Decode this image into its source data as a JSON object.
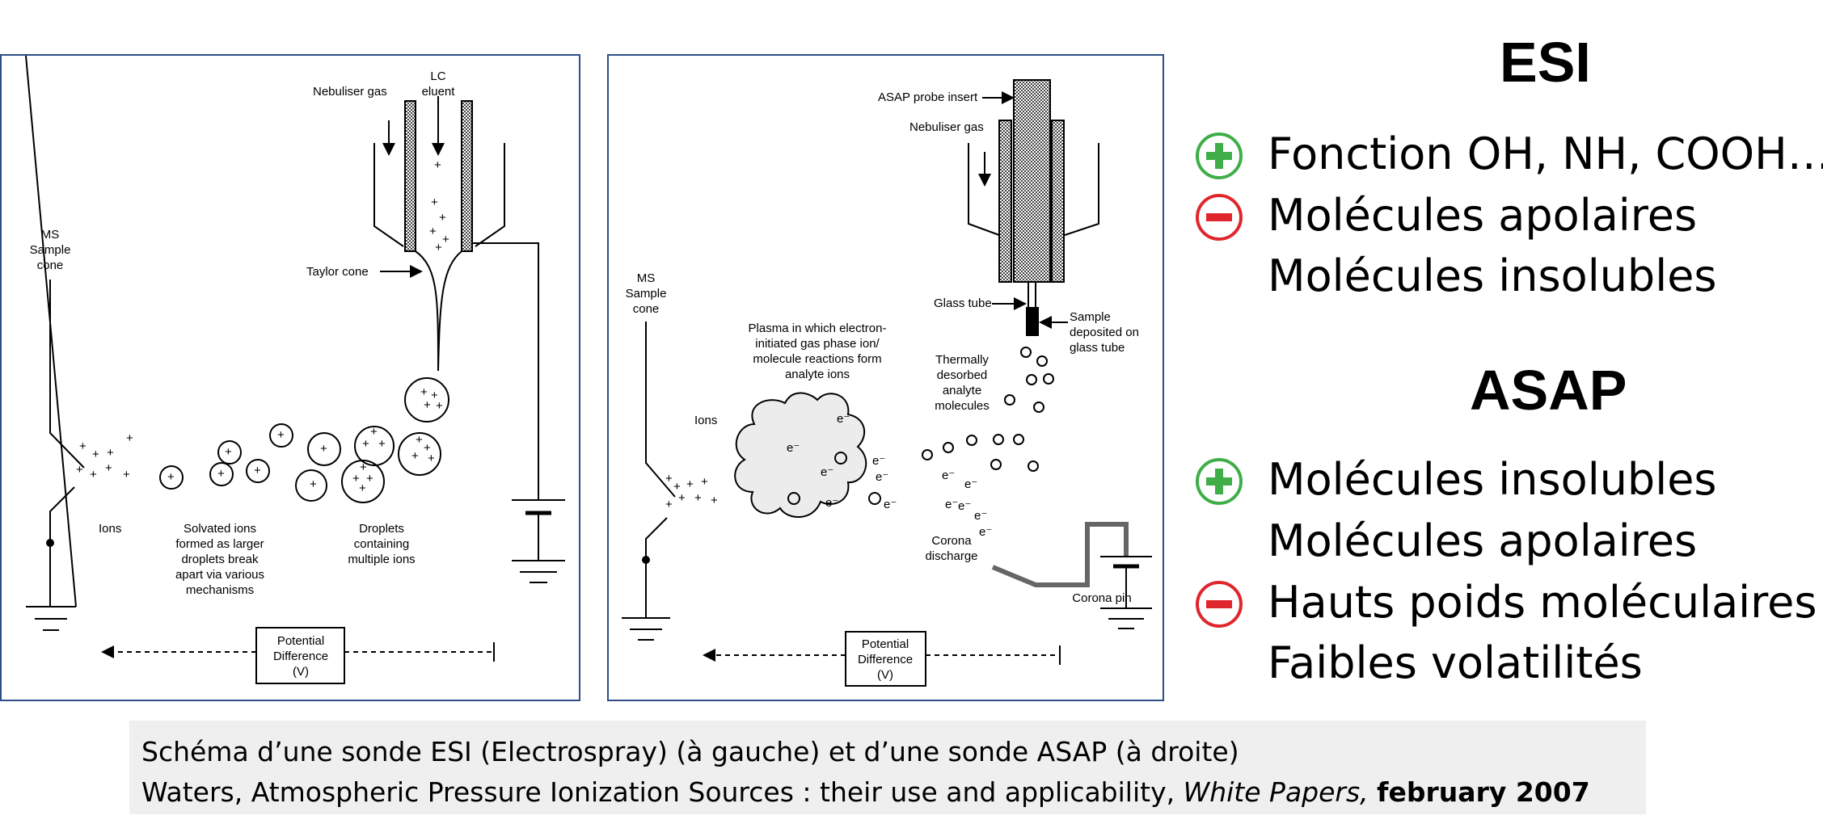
{
  "esi_diagram": {
    "labels": {
      "nebuliser_gas": "Nebuliser gas",
      "lc_line1": "LC",
      "lc_line2": "eluent",
      "ms_line1": "MS",
      "ms_line2": "Sample",
      "ms_line3": "cone",
      "taylor_cone": "Taylor cone",
      "ions": "Ions",
      "solvated_1": "Solvated ions",
      "solvated_2": "formed as larger",
      "solvated_3": "droplets break",
      "solvated_4": "apart via various",
      "solvated_5": "mechanisms",
      "droplets_1": "Droplets",
      "droplets_2": "containing",
      "droplets_3": "multiple ions",
      "pd_1": "Potential",
      "pd_2": "Difference",
      "pd_3": "(V)"
    }
  },
  "asap_diagram": {
    "labels": {
      "probe_insert": "ASAP probe insert",
      "nebuliser_gas": "Nebuliser gas",
      "ms_line1": "MS",
      "ms_line2": "Sample",
      "ms_line3": "cone",
      "glass_tube": "Glass tube",
      "sample_1": "Sample",
      "sample_2": "deposited on",
      "sample_3": "glass tube",
      "plasma_1": "Plasma in which electron-",
      "plasma_2": "initiated gas phase ion/",
      "plasma_3": "molecule reactions form",
      "plasma_4": "analyte ions",
      "thermal_1": "Thermally",
      "thermal_2": "desorbed",
      "thermal_3": "analyte",
      "thermal_4": "molecules",
      "ions": "Ions",
      "corona_1": "Corona",
      "corona_2": "discharge",
      "corona_pin": "Corona pin",
      "pd_1": "Potential",
      "pd_2": "Difference",
      "pd_3": "(V)"
    }
  },
  "esi_section": {
    "title": "ESI",
    "pros": [
      "Fonction OH, NH, COOH…"
    ],
    "cons": [
      "Molécules apolaires",
      "Molécules insolubles"
    ]
  },
  "asap_section": {
    "title": "ASAP",
    "pros": [
      "Molécules insolubles",
      "Molécules apolaires"
    ],
    "cons": [
      "Hauts poids moléculaires",
      "Faibles volatilités"
    ]
  },
  "caption": {
    "line1": "Schéma d’une sonde ESI (Electrospray) (à gauche) et d’une sonde ASAP (à droite)",
    "line2_normal": "Waters, Atmospheric Pressure Ionization Sources : their use and applicability, ",
    "line2_italic": "White Papers,",
    "line2_bold": "february 2007"
  },
  "colors": {
    "pro": "#3fae49",
    "con": "#e0262d",
    "panel_border": "#2e4f86",
    "caption_bg": "#efefef"
  },
  "icons": {
    "pro": "plus-circle-icon",
    "con": "minus-circle-icon"
  }
}
